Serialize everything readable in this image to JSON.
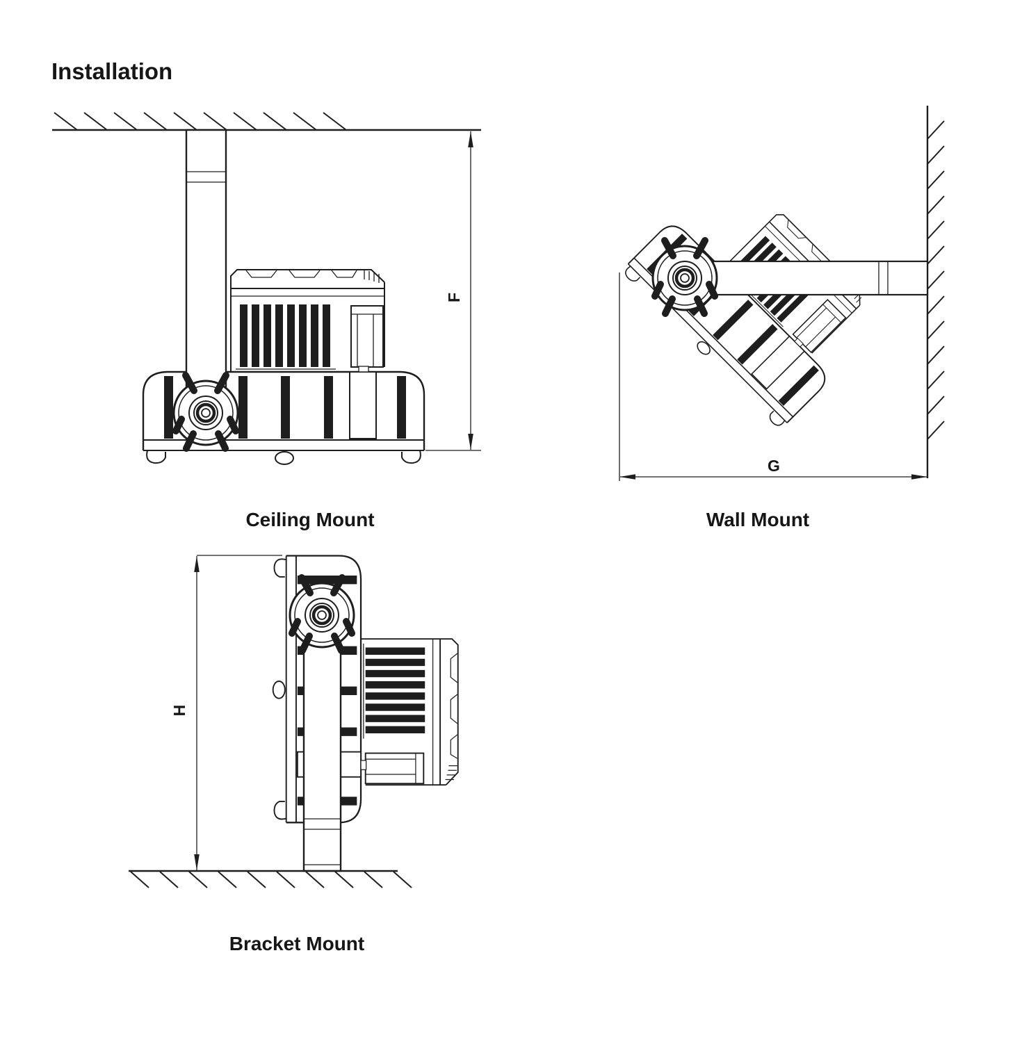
{
  "title": "Installation",
  "colors": {
    "background": "#ffffff",
    "line": "#1e1e1e",
    "text": "#161616"
  },
  "views": {
    "ceiling": {
      "caption": "Ceiling Mount",
      "dim_label": "F"
    },
    "wall": {
      "caption": "Wall Mount",
      "dim_label": "G"
    },
    "bracket": {
      "caption": "Bracket Mount",
      "dim_label": "H"
    }
  }
}
